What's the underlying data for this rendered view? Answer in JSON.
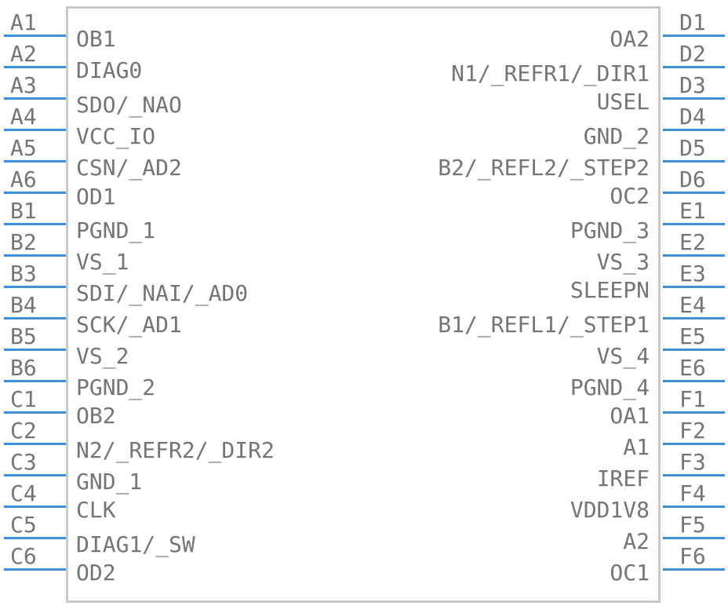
{
  "left_pins": [
    {
      "num": "A1",
      "signal": "OB1"
    },
    {
      "num": "A2",
      "signal": "DIAG0"
    },
    {
      "num": "A3",
      "signal": "SDO/_NAO"
    },
    {
      "num": "A4",
      "signal": "VCC_IO"
    },
    {
      "num": "A5",
      "signal": "CSN/_AD2"
    },
    {
      "num": "A6",
      "signal": "OD1"
    },
    {
      "num": "B1",
      "signal": "PGND_1"
    },
    {
      "num": "B2",
      "signal": "VS_1"
    },
    {
      "num": "B3",
      "signal": "SDI/_NAI/_AD0"
    },
    {
      "num": "B4",
      "signal": "SCK/_AD1"
    },
    {
      "num": "B5",
      "signal": "VS_2"
    },
    {
      "num": "B6",
      "signal": "PGND_2"
    },
    {
      "num": "C1",
      "signal": "OB2"
    },
    {
      "num": "C2",
      "signal": "N2/_REFR2/_DIR2"
    },
    {
      "num": "C3",
      "signal": "GND_1"
    },
    {
      "num": "C4",
      "signal": "CLK"
    },
    {
      "num": "C5",
      "signal": "DIAG1/_SW"
    },
    {
      "num": "C6",
      "signal": "OD2"
    }
  ],
  "right_pins": [
    {
      "num": "D1",
      "signal": "OA2"
    },
    {
      "num": "D2",
      "signal": "N1/_REFR1/_DIR1"
    },
    {
      "num": "D3",
      "signal": "USEL"
    },
    {
      "num": "D4",
      "signal": "GND_2"
    },
    {
      "num": "D5",
      "signal": "B2/_REFL2/_STEP2"
    },
    {
      "num": "D6",
      "signal": "OC2"
    },
    {
      "num": "E1",
      "signal": "PGND_3"
    },
    {
      "num": "E2",
      "signal": "VS_3"
    },
    {
      "num": "E3",
      "signal": "SLEEPN"
    },
    {
      "num": "E4",
      "signal": "B1/_REFL1/_STEP1"
    },
    {
      "num": "E5",
      "signal": "VS_4"
    },
    {
      "num": "E6",
      "signal": "PGND_4"
    },
    {
      "num": "F1",
      "signal": "OA1"
    },
    {
      "num": "F2",
      "signal": "A1"
    },
    {
      "num": "F3",
      "signal": "IREF"
    },
    {
      "num": "F4",
      "signal": "VDD1V8"
    },
    {
      "num": "F5",
      "signal": "A2"
    },
    {
      "num": "F6",
      "signal": "OC1"
    }
  ]
}
